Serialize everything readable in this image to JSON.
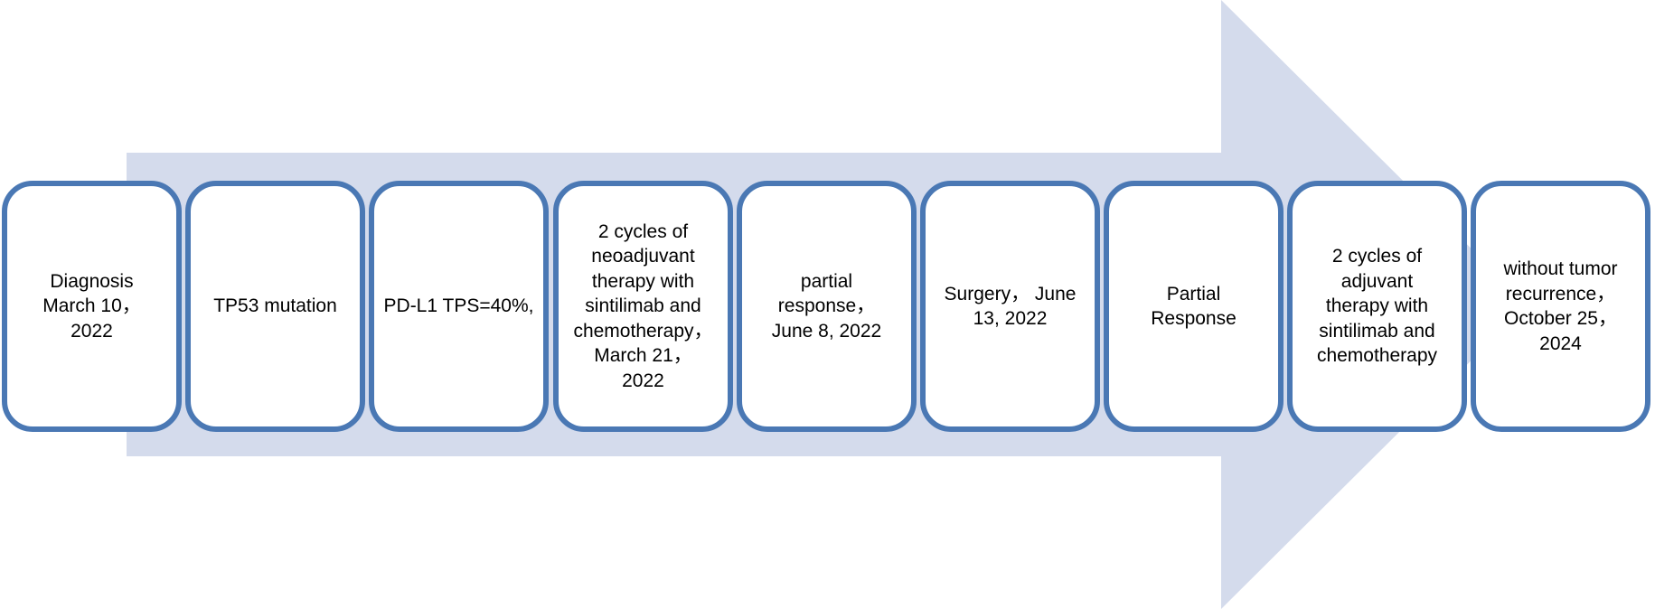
{
  "colors": {
    "arrow_fill": "#d4dbec",
    "box_border": "#4a78b4",
    "box_fill": "#ffffff",
    "text": "#000000"
  },
  "timeline": {
    "steps": [
      {
        "text": "Diagnosis\nMarch 10，\n2022"
      },
      {
        "text": "TP53 mutation"
      },
      {
        "text": "PD-L1 TPS=40%,"
      },
      {
        "text": "2 cycles of\nneoadjuvant\ntherapy with\nsintilimab and\nchemotherapy，\nMarch 21，\n2022"
      },
      {
        "text": "partial\nresponse，\nJune 8, 2022"
      },
      {
        "text": "Surgery，  June\n13, 2022"
      },
      {
        "text": "Partial\nResponse"
      },
      {
        "text": "2 cycles of\nadjuvant\ntherapy with\nsintilimab and\nchemotherapy"
      },
      {
        "text": "without tumor\nrecurrence，\nOctober 25，\n2024"
      }
    ]
  }
}
